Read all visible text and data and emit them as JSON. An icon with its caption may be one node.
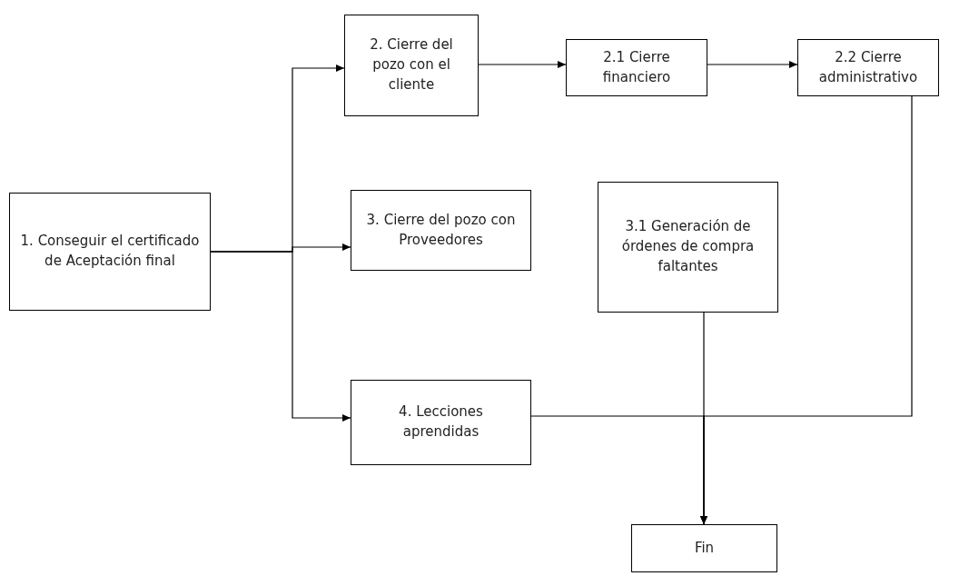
{
  "diagram": {
    "nodes": [
      {
        "text": [
          "1. Conseguir el certificado de Aceptación final"
        ]
      },
      {
        "text": [
          "2. Cierre del pozo con el cliente"
        ]
      },
      {
        "text": [
          "2.1 Cierre financiero"
        ]
      },
      {
        "text": [
          "2.2 Cierre administrativo"
        ]
      },
      {
        "text": [
          "3. Cierre del pozo con Proveedores"
        ]
      },
      {
        "text": [
          "3.1 Generación de órdenes de compra faltantes"
        ]
      },
      {
        "text": [
          "4. Lecciones aprendidas"
        ]
      },
      {
        "text": [
          "Fin"
        ]
      }
    ],
    "edges": [
      {
        "from": 0,
        "to": 1,
        "arrow": "to"
      },
      {
        "from": 0,
        "to": 4,
        "arrow": "to"
      },
      {
        "from": 0,
        "to": 6,
        "arrow": "to"
      },
      {
        "from": 1,
        "to": 2,
        "arrow": "to"
      },
      {
        "from": 2,
        "to": 3,
        "arrow": "to"
      },
      {
        "from": 6,
        "to": 7,
        "arrow": "to"
      },
      {
        "from": 5,
        "to": 7,
        "arrow": "to"
      },
      {
        "from": 3,
        "to": 7,
        "arrow": "to"
      }
    ]
  }
}
